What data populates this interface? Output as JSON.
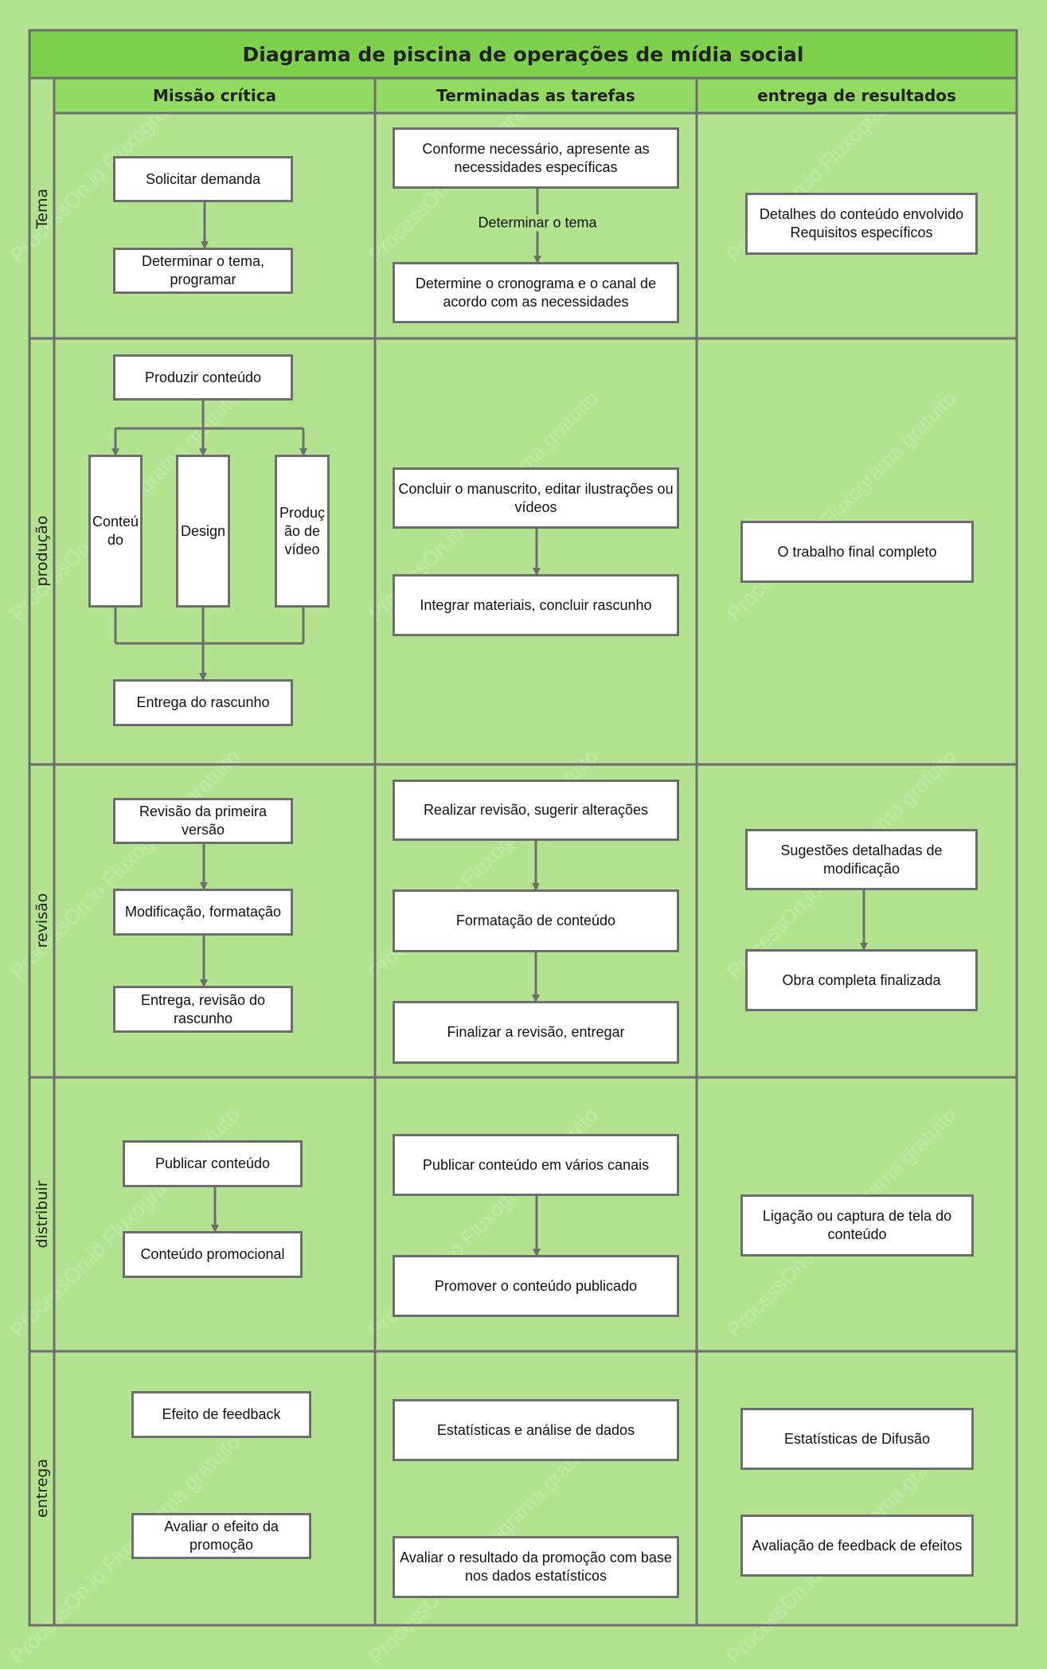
{
  "title": "Diagrama de piscina de operações de mídia social",
  "columns": [
    "Missão crítica",
    "Terminadas as tarefas",
    "entrega de resultados"
  ],
  "lanes": [
    "Tema",
    "produção",
    "revisão",
    "distribuir",
    "entrega"
  ],
  "nodes": {
    "solicitar": "Solicitar demanda",
    "determinar_tema": "Determinar o tema, programar",
    "conforme": "Conforme necessário, apresente as necessidades específicas",
    "determine_cronograma": "Determine o cronograma e o canal de acordo com as necessidades",
    "detalhes": "Detalhes do conteúdo envolvido Requisitos específicos",
    "produzir": "Produzir conteúdo",
    "conteudo": "Conteú do",
    "design": "Design",
    "producao_video": "Produç ão de vídeo",
    "entrega_rascunho": "Entrega do rascunho",
    "concluir_manuscrito": "Concluir o manuscrito, editar ilustrações ou vídeos",
    "integrar": "Integrar materiais, concluir rascunho",
    "trabalho_final": "O trabalho final completo",
    "revisao_primeira": "Revisão da primeira versão",
    "modificacao": "Modificação, formatação",
    "entrega_revisao": "Entrega, revisão do rascunho",
    "realizar_revisao": "Realizar revisão, sugerir alterações",
    "formatacao": "Formatação de conteúdo",
    "finalizar": "Finalizar a revisão, entregar",
    "sugestoes": "Sugestões detalhadas de modificação",
    "obra_completa": "Obra completa finalizada",
    "publicar": "Publicar conteúdo",
    "promocional": "Conteúdo promocional",
    "publicar_varios": "Publicar conteúdo em vários canais",
    "promover": "Promover o conteúdo publicado",
    "ligacao": "Ligação ou captura de tela do conteúdo",
    "efeito_feedback": "Efeito de feedback",
    "avaliar_efeito": "Avaliar o efeito da promoção",
    "estatisticas_analise": "Estatísticas e análise de dados",
    "avaliar_resultado": "Avaliar o resultado da promoção com base nos dados estatísticos",
    "estatisticas_difusao": "Estatísticas de Difusão",
    "avaliacao_feedback": "Avaliação de feedback de efeitos"
  },
  "edge_labels": {
    "determinar_o_tema": "Determinar o tema"
  },
  "watermark": "ProcessOn.io Fluxograma gratuito",
  "colors": {
    "background": "#b3e390",
    "title_bar": "#7dd14c",
    "column_header": "#92da63",
    "border": "#6d6d6d"
  }
}
